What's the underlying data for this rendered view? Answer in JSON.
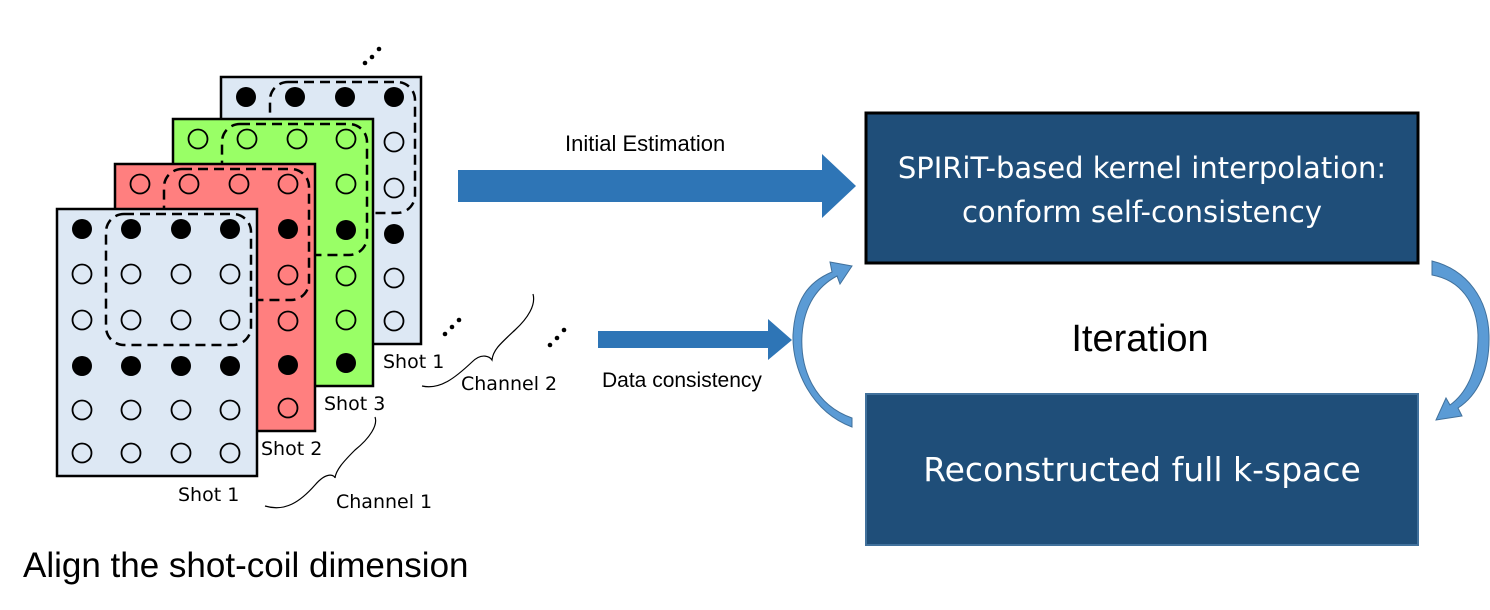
{
  "title": "Align the shot-coil dimension",
  "colors": {
    "panel_blue": "#dde8f4",
    "panel_red": "#ff7f7f",
    "panel_green": "#99ff66",
    "arrow_blue": "#2e75b6",
    "curve_blue": "#5b9bd5",
    "box_fill": "#1f4e79"
  },
  "panels": [
    {
      "name": "channel2-shot1",
      "color": "panel_blue",
      "label": "Shot 1",
      "pattern": [
        "filled",
        "open",
        "open",
        "filled",
        "open",
        "open"
      ]
    },
    {
      "name": "channel1-shot3",
      "color": "panel_green",
      "label": "Shot 3",
      "pattern": [
        "open",
        "open",
        "filled",
        "open",
        "open",
        "filled"
      ]
    },
    {
      "name": "channel1-shot2",
      "color": "panel_red",
      "label": "Shot 2",
      "pattern": [
        "open",
        "filled",
        "open",
        "open",
        "filled",
        "open"
      ]
    },
    {
      "name": "channel1-shot1",
      "color": "panel_blue",
      "label": "Shot 1",
      "pattern": [
        "filled",
        "open",
        "open",
        "filled",
        "open",
        "open"
      ]
    }
  ],
  "channel_labels": {
    "channel1": "Channel 1",
    "channel2": "Channel 2"
  },
  "ellipsis": "⋰",
  "arrows": {
    "initial_estimation": "Initial Estimation",
    "data_consistency": "Data consistency"
  },
  "boxes": {
    "kernel_line1": "SPIRiT-based kernel interpolation:",
    "kernel_line2": "conform self-consistency",
    "reconstructed": "Reconstructed full k-space"
  },
  "iteration_label": "Iteration"
}
